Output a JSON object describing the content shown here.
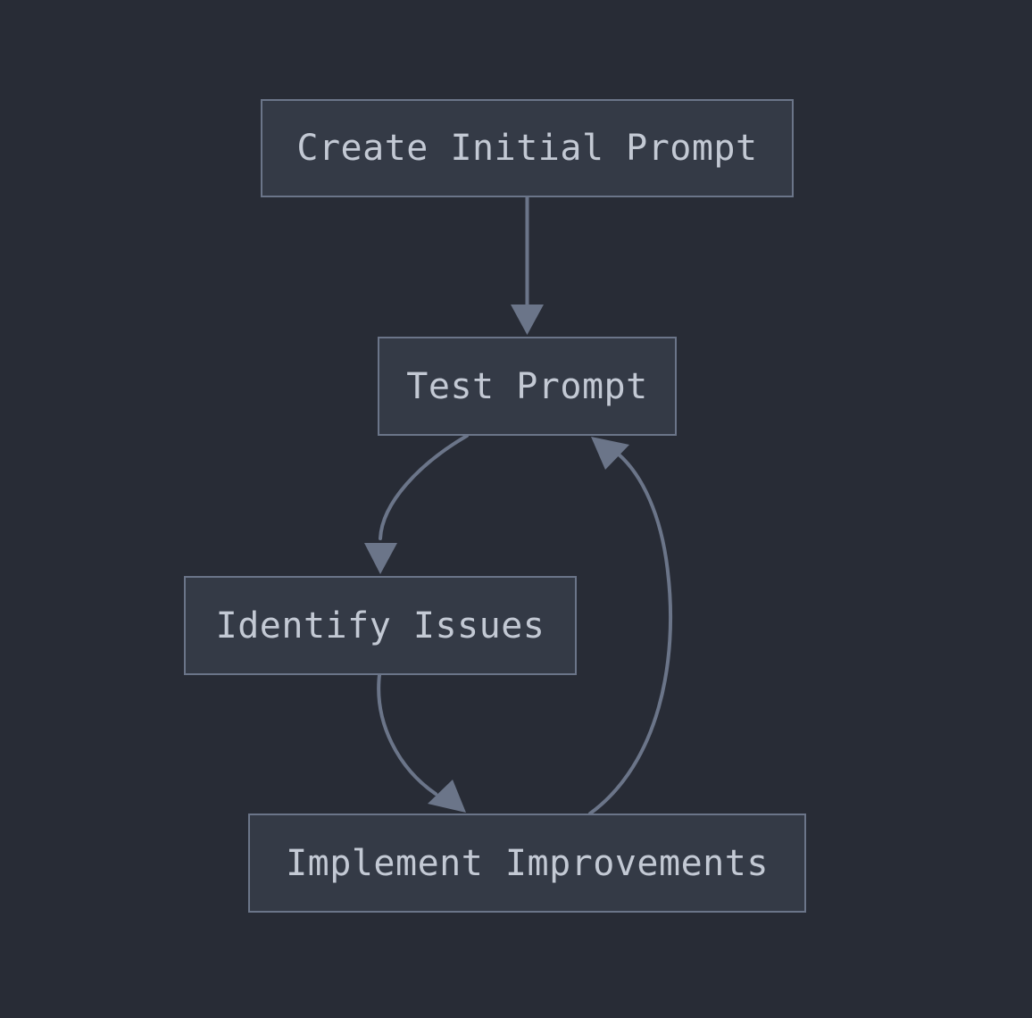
{
  "diagram": {
    "type": "flowchart",
    "direction": "top-down",
    "background_color": "#282c36",
    "node_fill_color": "#343a46",
    "node_border_color": "#6b7589",
    "node_text_color": "#c3c9d4",
    "edge_color": "#6b7589",
    "nodes": [
      {
        "id": "create-initial-prompt",
        "label": "Create Initial Prompt"
      },
      {
        "id": "test-prompt",
        "label": "Test Prompt"
      },
      {
        "id": "identify-issues",
        "label": "Identify Issues"
      },
      {
        "id": "implement-improvements",
        "label": "Implement Improvements"
      }
    ],
    "edges": [
      {
        "id": "edge-create-to-test",
        "from": "create-initial-prompt",
        "to": "test-prompt",
        "label": "",
        "style": "straight",
        "arrow": "triangle"
      },
      {
        "id": "edge-test-to-identify",
        "from": "test-prompt",
        "to": "identify-issues",
        "label": "",
        "style": "curved",
        "arrow": "triangle"
      },
      {
        "id": "edge-identify-to-implement",
        "from": "identify-issues",
        "to": "implement-improvements",
        "label": "",
        "style": "curved",
        "arrow": "triangle"
      },
      {
        "id": "edge-implement-to-test",
        "from": "implement-improvements",
        "to": "test-prompt",
        "label": "",
        "style": "curved",
        "arrow": "triangle"
      }
    ]
  }
}
